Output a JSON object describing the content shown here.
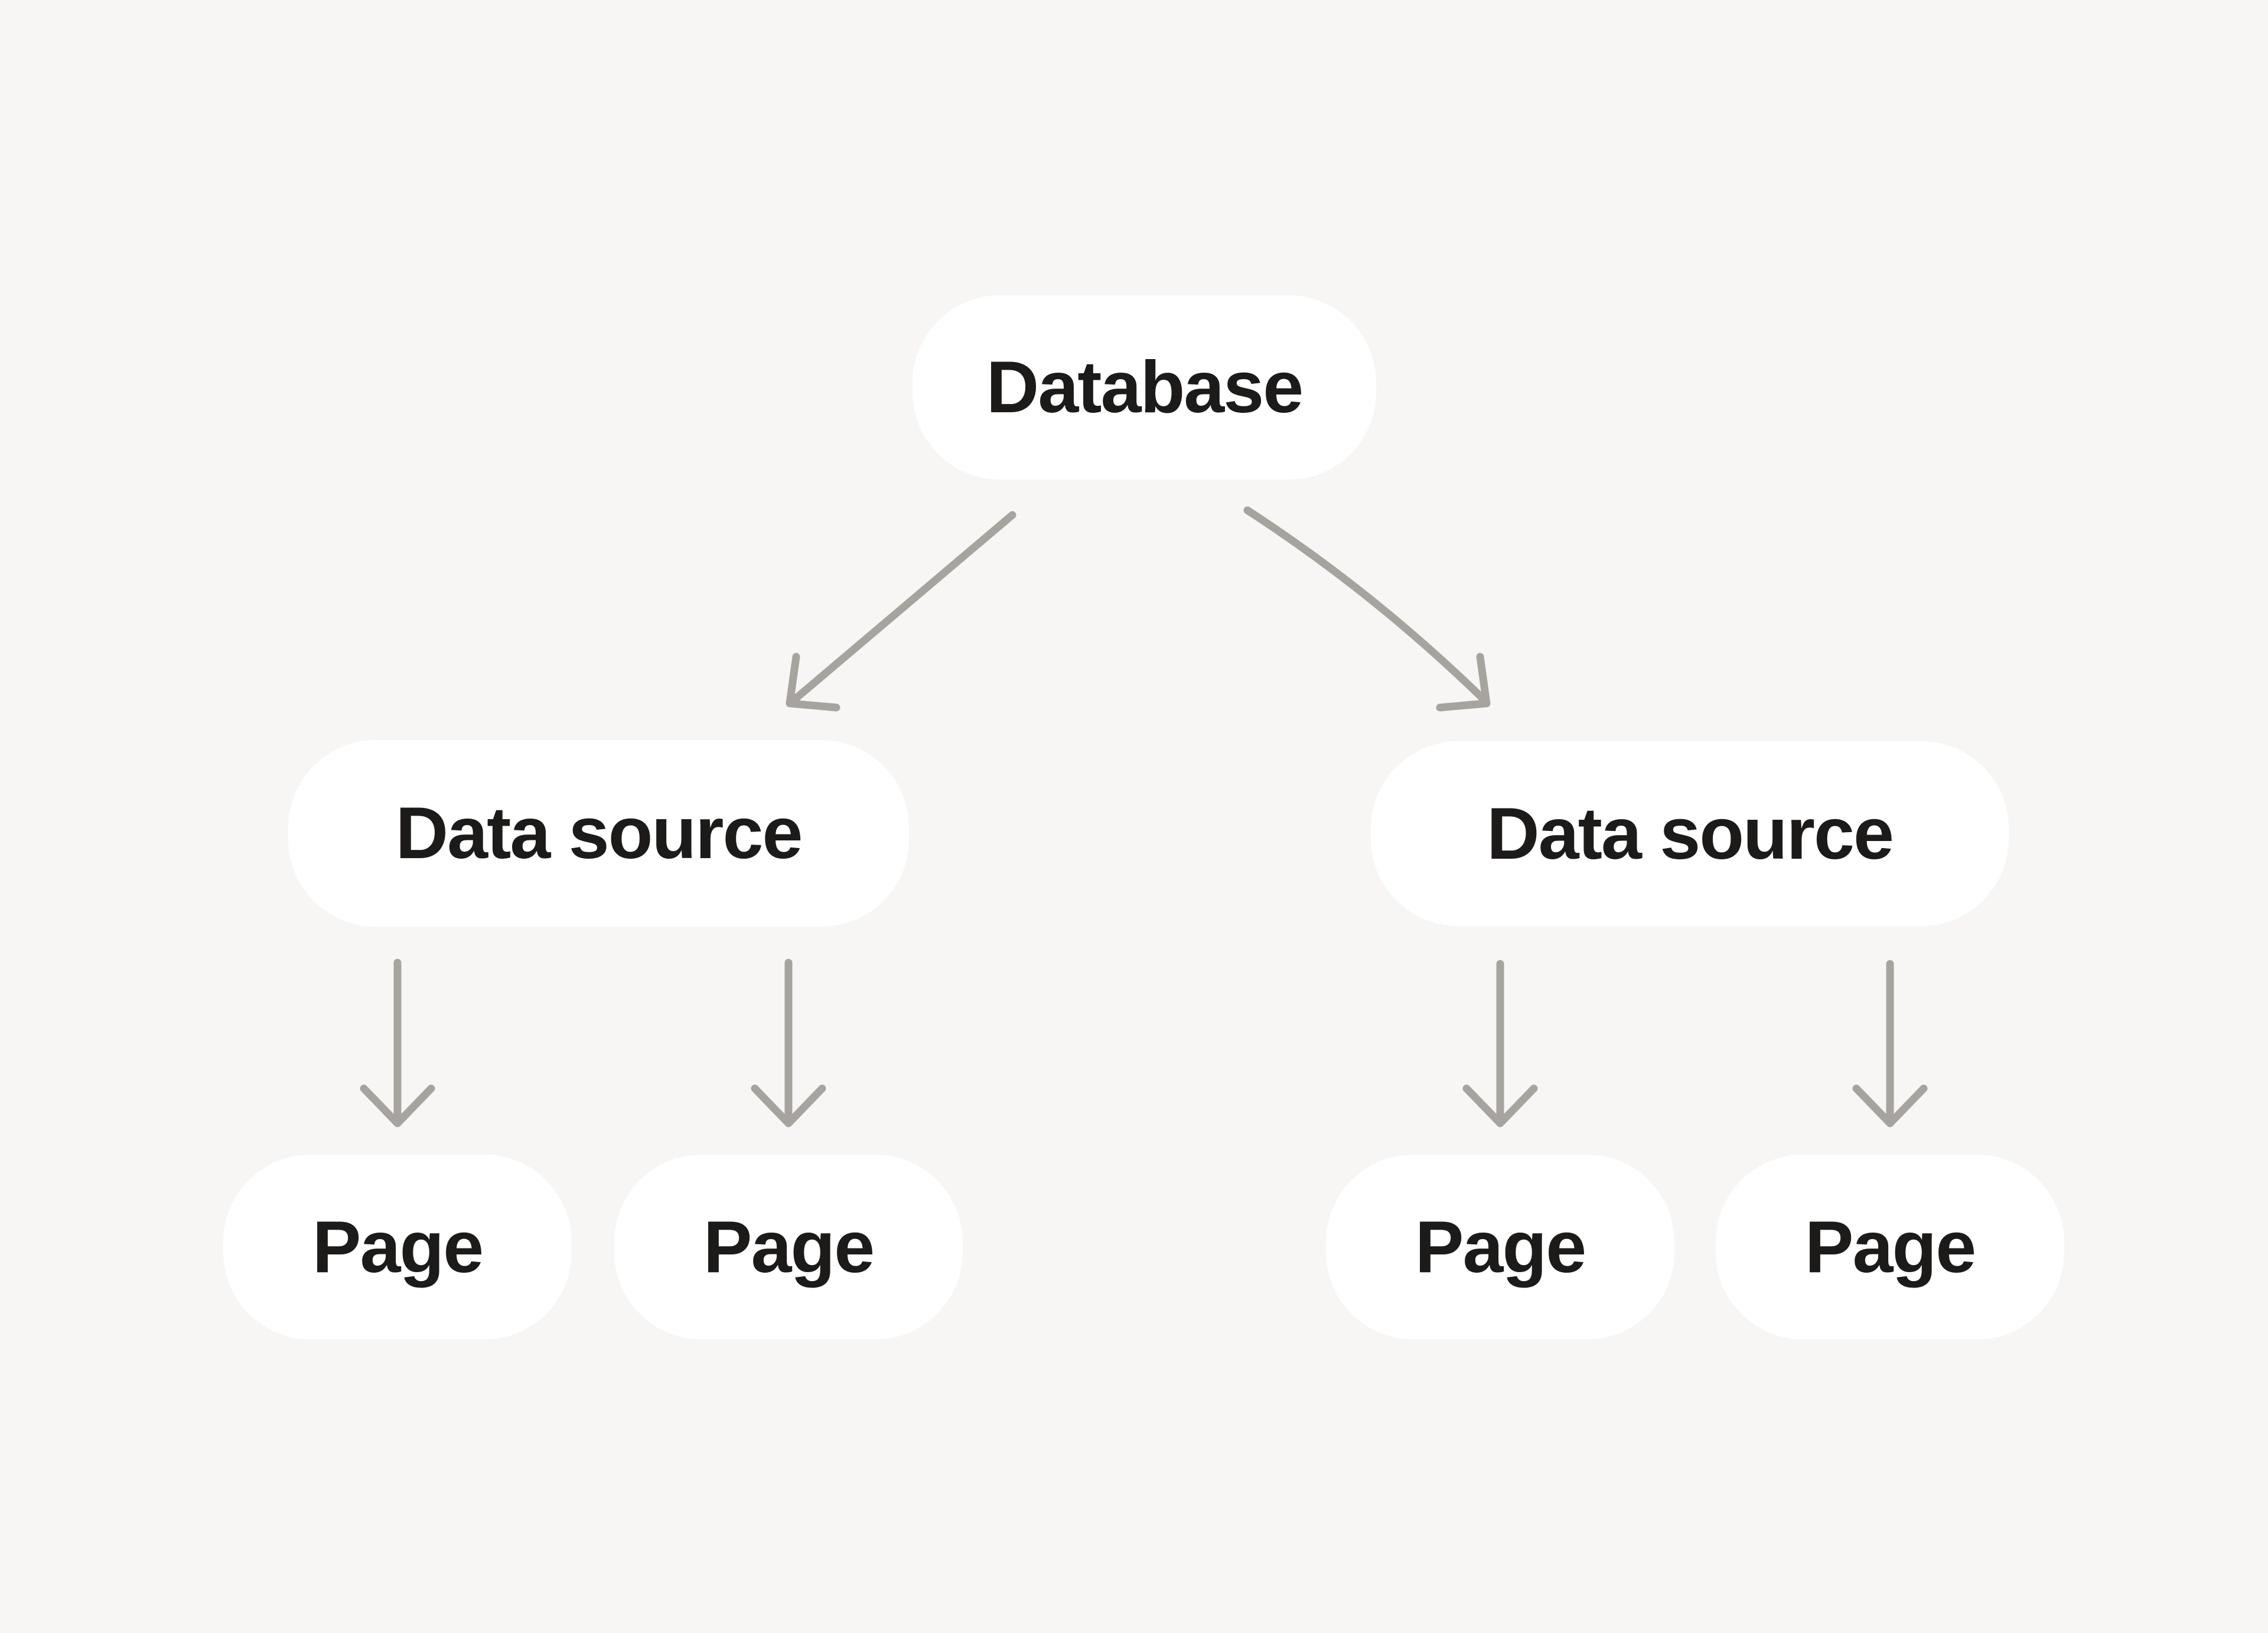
{
  "diagram": {
    "type": "tree",
    "colors": {
      "background": "#f7f6f4",
      "node_fill": "#ffffff",
      "node_text": "#1c1b1a",
      "arrow": "#a7a49f"
    },
    "nodes": {
      "database": {
        "label": "Database"
      },
      "data_source_left": {
        "label": "Data source"
      },
      "data_source_right": {
        "label": "Data source"
      },
      "page_1": {
        "label": "Page"
      },
      "page_2": {
        "label": "Page"
      },
      "page_3": {
        "label": "Page"
      },
      "page_4": {
        "label": "Page"
      }
    },
    "edges": [
      {
        "from": "database",
        "to": "data_source_left"
      },
      {
        "from": "database",
        "to": "data_source_right"
      },
      {
        "from": "data_source_left",
        "to": "page_1"
      },
      {
        "from": "data_source_left",
        "to": "page_2"
      },
      {
        "from": "data_source_right",
        "to": "page_3"
      },
      {
        "from": "data_source_right",
        "to": "page_4"
      }
    ]
  }
}
